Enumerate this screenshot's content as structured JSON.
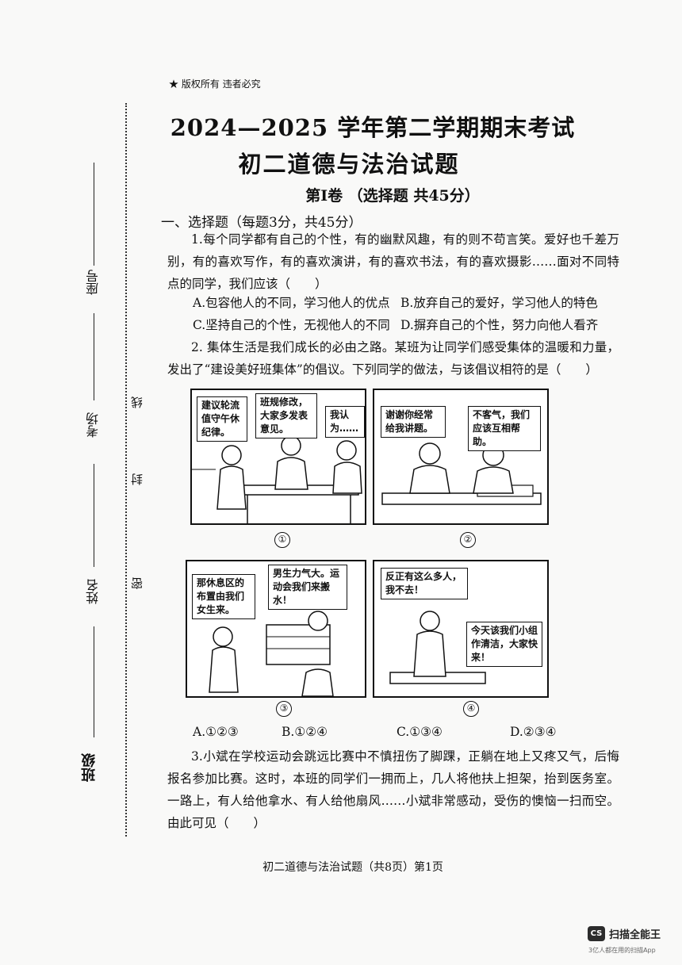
{
  "header": {
    "copyright": "★ 版权所有 违者必究",
    "title_line1": "2024—2025 学年第二学期期末考试",
    "title_line2": "初二道德与法治试题",
    "section": "第Ⅰ卷 （选择题 共45分）",
    "part_heading": "一、选择题（每题3分，共45分）"
  },
  "sidebar": {
    "seat": "座号",
    "exam_room": "考场",
    "name": "姓名",
    "class": "班级",
    "seal_chars": [
      "线",
      "封",
      "密"
    ]
  },
  "questions": [
    {
      "stem": "1.每个同学都有自己的个性，有的幽默风趣，有的则不苟言笑。爱好也千差万别，有的喜欢写作，有的喜欢演讲，有的喜欢书法，有的喜欢摄影……面对不同特点的同学，我们应该（　　）",
      "options": [
        "A.包容他人的不同，学习他人的优点",
        "B.放弃自己的爱好，学习他人的特色",
        "C.坚持自己的个性，无视他人的不同",
        "D.摒弃自己的个性，努力向他人看齐"
      ]
    },
    {
      "stem": "2. 集体生活是我们成长的必由之路。某班为让同学们感受集体的温暖和力量，发出了“建设美好班集体”的倡议。下列同学的做法，与该倡议相符的是（　　）",
      "comic": {
        "p1": {
          "b1": "建议轮流值守午休纪律。",
          "b2": "班规修改，大家多发表意见。",
          "b3": "我认为……",
          "num": "①"
        },
        "p2": {
          "b1": "谢谢你经常给我讲题。",
          "b2": "不客气，我们应该互相帮助。",
          "num": "②"
        },
        "p3": {
          "b1": "那休息区的布置由我们女生来。",
          "b2": "男生力气大。运动会我们来搬水！",
          "num": "③"
        },
        "p4": {
          "b1": "反正有这么多人，我不去！",
          "b2": "今天该我们小组作清洁，大家快来！",
          "num": "④"
        }
      },
      "options": [
        "A.①②③",
        "B.①②④",
        "C.①③④",
        "D.②③④"
      ]
    },
    {
      "stem": "3.小斌在学校运动会跳远比赛中不慎扭伤了脚踝，正躺在地上又疼又气，后悔报名参加比赛。这时，本班的同学们一拥而上，几人将他扶上担架，抬到医务室。一路上，有人给他拿水、有人给他扇风……小斌非常感动，受伤的懊恼一扫而空。由此可见（　　）"
    }
  ],
  "footer": "初二道德与法治试题（共8页）第1页",
  "watermark": {
    "logo": "CS",
    "name": "扫描全能王",
    "tagline": "3亿人都在用的扫描App"
  }
}
